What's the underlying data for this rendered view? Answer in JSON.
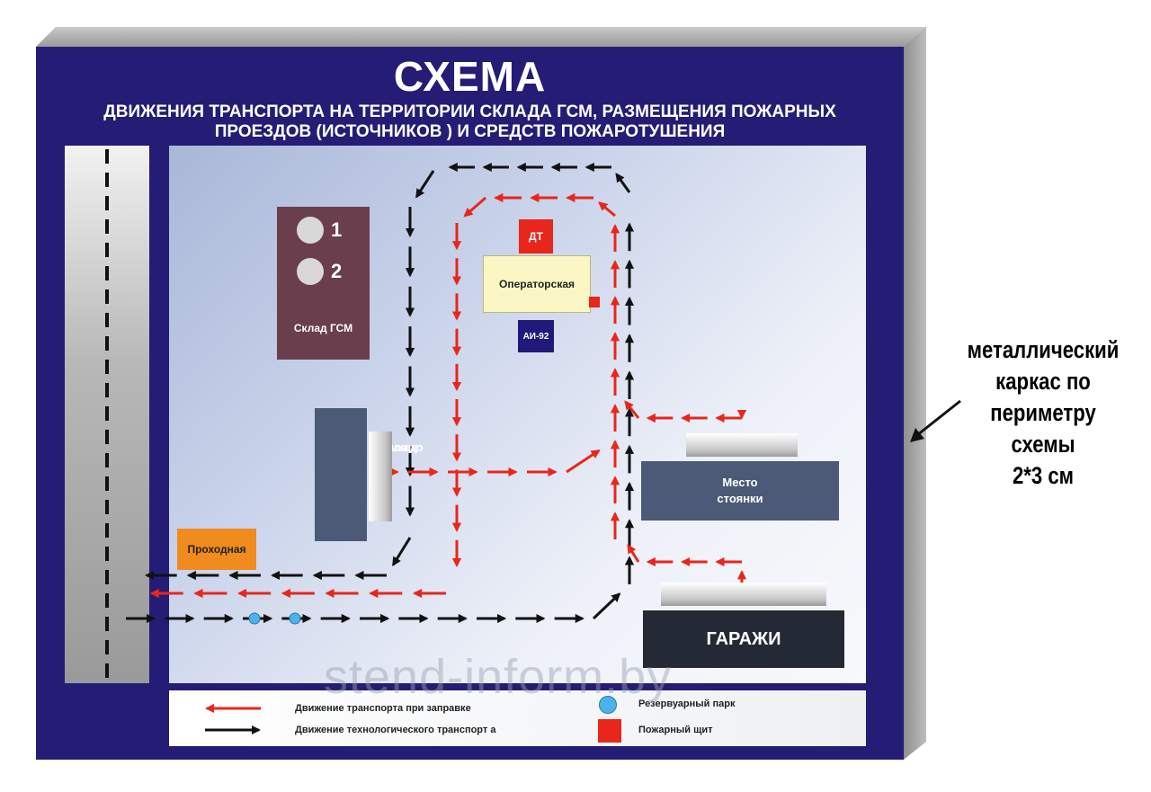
{
  "title": "СХЕМА",
  "subtitle_line1": "ДВИЖЕНИЯ ТРАНСПОРТА НА ТЕРРИТОРИИ СКЛАДА ГСМ, РАЗМЕЩЕНИЯ ПОЖАРНЫХ",
  "subtitle_line2": "ПРОЕЗДОВ (ИСТОЧНИКОВ ) И СРЕДСТВ ПОЖАРОТУШЕНИЯ",
  "storage": {
    "tank1": "1",
    "tank2": "2",
    "label": "Склад ГСМ"
  },
  "dt_label": "ДТ",
  "operator_label": "Операторская",
  "ai92_label": "АИ-92",
  "parking_left": {
    "line1": "Место",
    "line2": "стоянки"
  },
  "parking_right": {
    "line1": "Место",
    "line2": "стоянки"
  },
  "garage_label": "ГАРАЖИ",
  "checkpoint_label": "Проходная",
  "note": [
    "металлический",
    "каркас по",
    "периметру",
    "схемы",
    "2*3 см"
  ],
  "legend": {
    "refuel": "Движение транспорта при заправке",
    "tech": "Движение технологического транспорт а",
    "reservoir": "Резервуарный парк",
    "fire": "Пожарный щит"
  },
  "watermark": "stend-inform.by",
  "colors": {
    "board": "#251c75",
    "red_route": "#e8261c",
    "black_route": "#111111",
    "reservoir": "#4cb3e8"
  }
}
